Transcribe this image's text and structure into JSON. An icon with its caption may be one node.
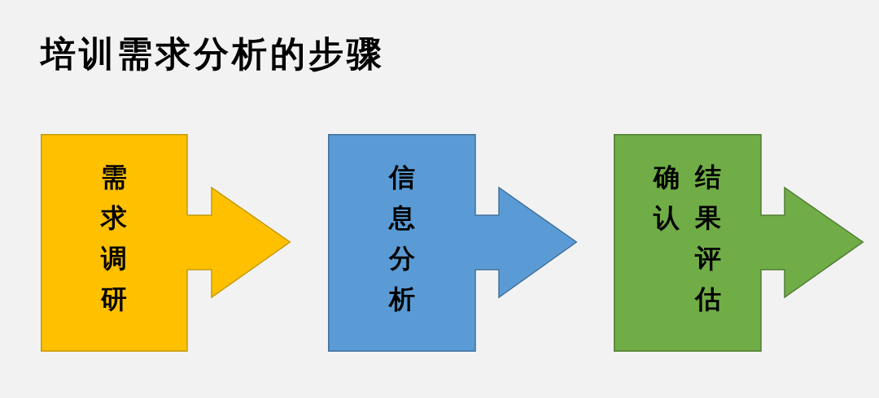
{
  "diagram": {
    "title": "培训需求分析的步骤",
    "nodes": [
      {
        "text": [
          "需求调研"
        ]
      },
      {
        "text": [
          "信息分析"
        ]
      },
      {
        "text": [
          "结果评估确认"
        ]
      }
    ]
  }
}
